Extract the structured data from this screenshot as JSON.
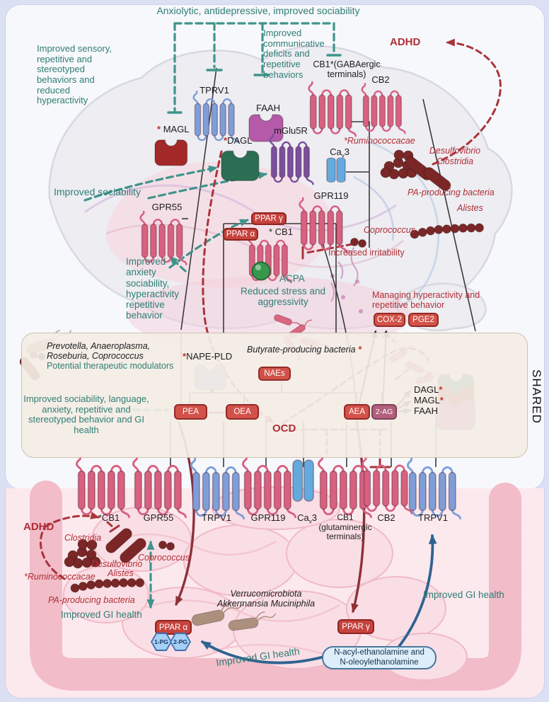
{
  "sym": {
    "star": "*",
    "ca": "Ca",
    "ca_sub": "v",
    "ca_num": "3"
  },
  "colors": {
    "teal": "#2f7d74",
    "red_text": "#b02f36",
    "dark_red_arrow": "#8e3039",
    "red_dash": "#a93439",
    "teal_dash": "#3f948b",
    "blue_arrow": "#2e6391",
    "pink_receptor": "#d8617f",
    "blue_receptor": "#7f9ed8",
    "pill_red": "#d25249",
    "pill_mauve": "#b2607e"
  },
  "brain": {
    "title": "Anxiolytic, antidepressive, improved sociability",
    "note_sensory": "Improved sensory, repetitive and stereotyped behaviors and reduced hyperactivity",
    "note_comm": "Improved communicative deficits and repetitive behaviors",
    "adhd": "ADHD",
    "tprv1": "TPRV1",
    "faah": "FAAH",
    "cb1_gaba_l1": "CB1*(GABAergic",
    "cb1_gaba_l2": "terminals)",
    "cb2": "CB2",
    "magl": "MAGL",
    "dagl": "DAGL",
    "mglu5r": "mGlu5R",
    "gpr119": "GPR119",
    "gpr55": "GPR55",
    "ppar_g": "PPAR γ",
    "ppar_a": "PPAR α",
    "cb1_mid": "* CB1",
    "acpa": "ACPA",
    "note_stress": "Reduced stress and aggressivity",
    "irritability": "Increased irritability",
    "note_sociability": "Improved sociability",
    "note_anxiety": "Improved anxiety sociability, hyperactivity repetitive behavior",
    "ruminococcacae": "*Ruminococcacae",
    "desulfovibrio": "Desulfovibrio",
    "clostridia": "Clostridia",
    "pa_bacteria": "PA-producing bacteria",
    "alistes": "Alistes",
    "coprococcus": "Coprococcus",
    "managing": "Managing hyperactivity and repetitive behavior",
    "cox2": "COX-2",
    "pge2": "PGE2"
  },
  "shared": {
    "side": "SHARED",
    "prevotella_l1": "Prevotella, Anaeroplasma,",
    "prevotella_l2": "Roseburia, Coprococcus",
    "modulators": "Potential therapeutic modulators",
    "nape_pld": "NAPE-PLD",
    "butyrate": "Butyrate-producing bacteria",
    "naes": "NAEs",
    "pea": "PEA",
    "oea": "OEA",
    "aea": "AEA",
    "two_ag": "2-AG",
    "ocd": "OCD",
    "dagl": "DAGL",
    "magl": "MAGL",
    "faah": "FAAH",
    "improvement": "Improved sociability, language, anxiety, repetitive and stereotyped behavior and GI health"
  },
  "gut": {
    "cb1": "*CB1",
    "gpr55": "GPR55",
    "trpv1": "TRPV1",
    "gpr119": "GPR119",
    "cb1_glut_l1": "CB1",
    "cb1_glut_l2": "(glutaminergic",
    "cb1_glut_l3": "terminals)",
    "cb2": "CB2",
    "trpv1_r": "TRPV1",
    "adhd": "ADHD",
    "clostridia": "Clostridia",
    "coprococcus": "Coprococcus",
    "desulfovibrio": "Desulfovibrio",
    "alistes": "Alistes",
    "ruminococcacae": "*Ruminococcacae",
    "pa_bacteria": "PA-producing bacteria",
    "gi_left": "Improved GI health",
    "gi_mid": "Improved GI health",
    "gi_right": "Improved GI health",
    "ppar_a": "PPAR α",
    "ppar_g": "PPAR γ",
    "pg1": "1-PG",
    "pg2": "2-PG",
    "verruco_l1": "Verrucomicrobiota",
    "verruco_l2": "Akkermansia Muciniphila",
    "nae_l1": "N-acyl-ethanolamine and",
    "nae_l2": "N-oleoylethanolamine"
  }
}
